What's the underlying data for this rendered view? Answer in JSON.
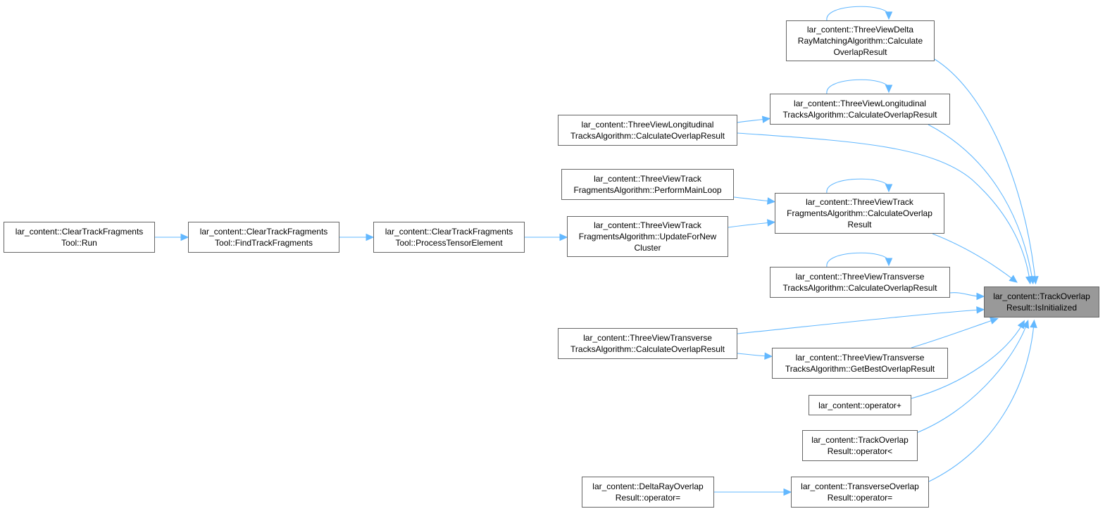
{
  "colors": {
    "edge": "#63b8ff",
    "node_border": "#666666",
    "focus_fill": "#999999",
    "background": "#ffffff"
  },
  "nodes": [
    {
      "id": "target",
      "lines": [
        "lar_content::TrackOverlap",
        "Result::IsInitialized"
      ],
      "focus": true
    },
    {
      "id": "delta_calc",
      "lines": [
        "lar_content::ThreeViewDelta",
        "RayMatchingAlgorithm::Calculate",
        "OverlapResult"
      ]
    },
    {
      "id": "long_calc_a",
      "lines": [
        "lar_content::ThreeViewLongitudinal",
        "TracksAlgorithm::CalculateOverlapResult"
      ]
    },
    {
      "id": "long_calc_b",
      "lines": [
        "lar_content::ThreeViewLongitudinal",
        "TracksAlgorithm::CalculateOverlapResult"
      ]
    },
    {
      "id": "frag_main",
      "lines": [
        "lar_content::ThreeViewTrack",
        "FragmentsAlgorithm::PerformMainLoop"
      ]
    },
    {
      "id": "frag_calc",
      "lines": [
        "lar_content::ThreeViewTrack",
        "FragmentsAlgorithm::CalculateOverlap",
        "Result"
      ]
    },
    {
      "id": "frag_update",
      "lines": [
        "lar_content::ThreeViewTrack",
        "FragmentsAlgorithm::UpdateForNew",
        "Cluster"
      ]
    },
    {
      "id": "ctf_run",
      "lines": [
        "lar_content::ClearTrackFragments",
        "Tool::Run"
      ]
    },
    {
      "id": "ctf_find",
      "lines": [
        "lar_content::ClearTrackFragments",
        "Tool::FindTrackFragments"
      ]
    },
    {
      "id": "ctf_process",
      "lines": [
        "lar_content::ClearTrackFragments",
        "Tool::ProcessTensorElement"
      ]
    },
    {
      "id": "trans_calc_a",
      "lines": [
        "lar_content::ThreeViewTransverse",
        "TracksAlgorithm::CalculateOverlapResult"
      ]
    },
    {
      "id": "trans_calc_b",
      "lines": [
        "lar_content::ThreeViewTransverse",
        "TracksAlgorithm::CalculateOverlapResult"
      ]
    },
    {
      "id": "trans_best",
      "lines": [
        "lar_content::ThreeViewTransverse",
        "TracksAlgorithm::GetBestOverlapResult"
      ]
    },
    {
      "id": "op_plus",
      "lines": [
        "lar_content::operator+"
      ]
    },
    {
      "id": "op_less",
      "lines": [
        "lar_content::TrackOverlap",
        "Result::operator<"
      ]
    },
    {
      "id": "op_assign_delta",
      "lines": [
        "lar_content::DeltaRayOverlap",
        "Result::operator="
      ]
    },
    {
      "id": "op_assign_trans",
      "lines": [
        "lar_content::TransverseOverlap",
        "Result::operator="
      ]
    }
  ],
  "edges": [
    {
      "from": "delta_calc",
      "to": "target"
    },
    {
      "from": "long_calc_a",
      "to": "target"
    },
    {
      "from": "long_calc_b",
      "to": "target"
    },
    {
      "from": "frag_calc",
      "to": "target"
    },
    {
      "from": "trans_calc_a",
      "to": "target"
    },
    {
      "from": "trans_calc_b",
      "to": "target"
    },
    {
      "from": "trans_best",
      "to": "target"
    },
    {
      "from": "op_plus",
      "to": "target"
    },
    {
      "from": "op_less",
      "to": "target"
    },
    {
      "from": "op_assign_trans",
      "to": "target"
    },
    {
      "from": "long_calc_b",
      "to": "long_calc_a"
    },
    {
      "from": "frag_main",
      "to": "frag_calc"
    },
    {
      "from": "frag_update",
      "to": "frag_calc"
    },
    {
      "from": "ctf_process",
      "to": "frag_update"
    },
    {
      "from": "ctf_find",
      "to": "ctf_process"
    },
    {
      "from": "ctf_run",
      "to": "ctf_find"
    },
    {
      "from": "trans_calc_b",
      "to": "trans_best"
    },
    {
      "from": "op_assign_delta",
      "to": "op_assign_trans"
    },
    {
      "from": "delta_calc",
      "to": "delta_calc"
    },
    {
      "from": "long_calc_a",
      "to": "long_calc_a"
    },
    {
      "from": "frag_calc",
      "to": "frag_calc"
    },
    {
      "from": "trans_calc_a",
      "to": "trans_calc_a"
    }
  ]
}
